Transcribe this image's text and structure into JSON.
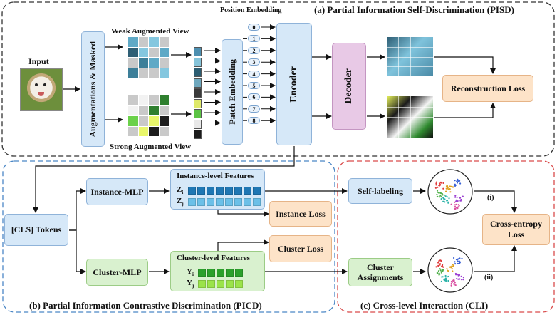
{
  "colors": {
    "blue_box": "#d6e8f8",
    "orange_box": "#fde3c8",
    "green_box": "#d9f1cf",
    "pink_box": "#e8c9e6",
    "picd_border": "#4a86c5",
    "cli_border": "#d94a4a",
    "pisd_border": "#333333",
    "instance_feature_dark": "#1f77b4",
    "instance_feature_light": "#6cc0e8",
    "cluster_feature_dark": "#2ca02c",
    "cluster_feature_light": "#9be34a"
  },
  "regions": {
    "pisd_title": "(a) Partial Information Self-Discrimination (PISD)",
    "picd_title": "(b) Partial Information Contrastive Discrimination (PICD)",
    "cli_title": "(c) Cross-level Interaction (CLI)"
  },
  "pisd": {
    "input_label": "Input",
    "augment_box": "Augmentations & Masked",
    "weak_view_label": "Weak Augmented View",
    "strong_view_label": "Strong Augmented View",
    "patch_embedding": "Patch Embedding",
    "position_embedding_label": "Position Embedding",
    "position_tokens": [
      "0",
      "1",
      "2",
      "3",
      "4",
      "5",
      "6",
      "7",
      "8"
    ],
    "encoder": "Encoder",
    "decoder": "Decoder",
    "reconstruction_loss": "Reconstruction Loss"
  },
  "picd": {
    "cls_tokens": "[CLS] Tokens",
    "instance_mlp": "Instance-MLP",
    "cluster_mlp": "Cluster-MLP",
    "instance_features_title": "Instance-level Features",
    "cluster_features_title": "Cluster-level Features",
    "zi": "Z",
    "zi_sub": "i",
    "zj": "Z",
    "zj_sub": "j",
    "yi": "Y",
    "yi_sub": "i",
    "yj": "Y",
    "yj_sub": "j",
    "instance_loss": "Instance Loss",
    "cluster_loss": "Cluster Loss"
  },
  "cli": {
    "self_labeling": "Self-labeling",
    "cluster_assignments_line1": "Cluster",
    "cluster_assignments_line2": "Assignments",
    "cross_entropy_line1": "Cross-entropy",
    "cross_entropy_line2": "Loss",
    "marker_i": "(i)",
    "marker_ii": "(ii)"
  }
}
